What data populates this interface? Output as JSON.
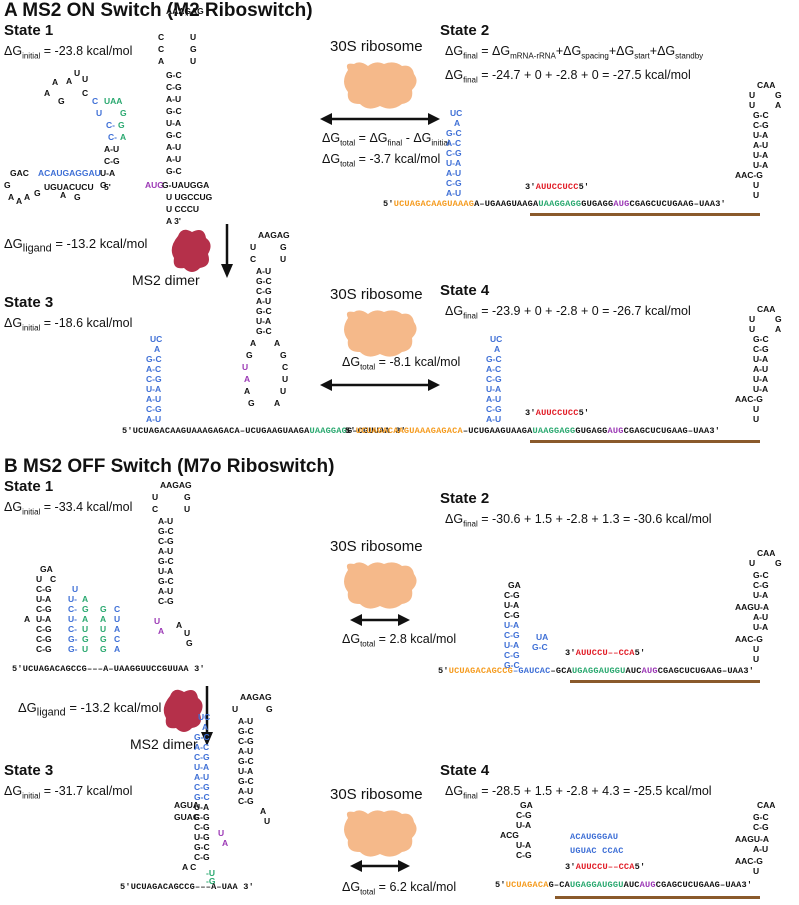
{
  "panelA": {
    "title": "A    MS2 ON Switch (M2 Riboswitch)",
    "state1": {
      "label": "State 1",
      "dg_sym": "ΔG",
      "dg_sub": "initial",
      "dg_val": " = -23.8 kcal/mol"
    },
    "state2": {
      "label": "State 2",
      "eq_line1": "ΔG",
      "eq_sub1": "final",
      "eq_mid": " = ΔG",
      "eq_sub2": "mRNA-rRNA",
      "eq_p2": "+ΔG",
      "eq_sub3": "spacing",
      "eq_p3": "+ΔG",
      "eq_sub4": "start",
      "eq_p4": "+ΔG",
      "eq_sub5": "standby",
      "eq_line2_sym": "ΔG",
      "eq_line2_sub": "final",
      "eq_line2_val": " = -24.7 + 0 + -2.8 + 0 = -27.5 kcal/mol"
    },
    "state3": {
      "label": "State 3",
      "dg_sym": "ΔG",
      "dg_sub": "initial",
      "dg_val": " = -18.6 kcal/mol"
    },
    "state4": {
      "label": "State 4",
      "dg_sym": "ΔG",
      "dg_sub": "final",
      "dg_val": " = -23.9 + 0 + -2.8 + 0 = -26.7 kcal/mol"
    },
    "ribosome1": {
      "label": "30S ribosome",
      "t1_sym": "ΔG",
      "t1_sub": "total",
      "t1_eq": " = ΔG",
      "t1_sub2": "final",
      "t1_mid": " - ΔG",
      "t1_sub3": "initial",
      "t2_sym": "ΔG",
      "t2_sub": "total",
      "t2_val": " = -3.7 kcal/mol"
    },
    "ribosome2": {
      "label": "30S ribosome",
      "t_sym": "ΔG",
      "t_sub": "total",
      "t_val": " = -8.1 kcal/mol"
    },
    "ligand": {
      "sym": "ΔG",
      "sub": "ligand",
      "val": " = -13.2 kcal/mol",
      "dimer": "MS2 dimer"
    },
    "seq2": {
      "p5": "5'",
      "orange": "UCUAGACAAGUAAAG",
      "rest1": "A–UGAAGUAAGA",
      "green": "UAAGGAGG",
      "rest2": "GUGAGG",
      "purple": "AUG",
      "rest3": "CGAGCUCUGAAG–UAA",
      "p3": "3'",
      "rrna": "AUUCCUCC",
      "r3": "3'",
      "r5": "5'"
    },
    "seq3": {
      "text": "5'UCUAGACAAGUAAAGAGACA–UCUGAAGUAAGA",
      "green": "UAAGGAG",
      "end": "G–CGUUAA 3'"
    },
    "seq4": {
      "p5": "5'",
      "orange": "UCUAGACAAGUAAAGAGACA",
      "rest1": "–UCUGAAGUAAGA",
      "green": "UAAGGAGG",
      "rest2": "GUGAGG",
      "purple": "AUG",
      "rest3": "CGAGCUCUGAAG–UAA",
      "p3": "3'",
      "rrna": "AUUCCUCC",
      "r3": "3'",
      "r5": "5'"
    },
    "seq1": "5'"
  },
  "panelB": {
    "title": "B    MS2 OFF Switch (M7o Riboswitch)",
    "state1": {
      "label": "State 1",
      "dg_sym": "ΔG",
      "dg_sub": "initial",
      "dg_val": " = -33.4 kcal/mol"
    },
    "state2": {
      "label": "State 2",
      "dg_sym": "ΔG",
      "dg_sub": "final",
      "dg_val": " = -30.6 + 1.5 + -2.8 + 1.3 = -30.6 kcal/mol"
    },
    "state3": {
      "label": "State 3",
      "dg_sym": "ΔG",
      "dg_sub": "initial",
      "dg_val": " = -31.7 kcal/mol"
    },
    "state4": {
      "label": "State 4",
      "dg_sym": "ΔG",
      "dg_sub": "final",
      "dg_val": " = -28.5 + 1.5 + -2.8 + 4.3 = -25.5 kcal/mol"
    },
    "ribosome1": {
      "label": "30S ribosome",
      "t_sym": "ΔG",
      "t_sub": "total",
      "t_val": " = 2.8 kcal/mol"
    },
    "ribosome2": {
      "label": "30S ribosome",
      "t_sym": "ΔG",
      "t_sub": "total",
      "t_val": " = 6.2 kcal/mol"
    },
    "ligand": {
      "sym": "ΔG",
      "sub": "ligand",
      "val": " = -13.2 kcal/mol",
      "dimer": "MS2 dimer"
    },
    "seq1": "5'UCUAGACAGCCG–––A–UAAGGUUCCGUUAA 3'",
    "seq2": {
      "p5": "5'",
      "orange": "UCUAGACAGCCG",
      "blue": "–GAUCAC",
      "rest1": "–GCA",
      "green": "UGAGGAUGGU",
      "rest2": "AUC",
      "purple": "AUG",
      "rest3": "CGAGCUCUGAAG–UAA",
      "p3": "3'",
      "rrna": "AUUCCU––CCA",
      "r3": "3'",
      "r5": "5'"
    },
    "seq3": "5'UCUAGACAGCCG–––A–UAA 3'",
    "seq4": {
      "p5": "5'",
      "orange": "UCUAGACA",
      "rest0": "G–CA",
      "green": "UGAGGAUGGU",
      "rest2": "AUC",
      "purple": "AUG",
      "rest3": "CGAGCUCUGAAG–UAA",
      "p3": "3'",
      "rrna": "AUUCCU––CCA",
      "r3": "3'",
      "r5": "5'",
      "top": "ACAUGGGAU",
      "bot": "UGUAC CCAC"
    }
  },
  "colors": {
    "orange": "#f59b1e",
    "green": "#29a86f",
    "purple": "#9b38b5",
    "blue": "#3e6fd6",
    "red": "#e11b25",
    "ribosome": "#f5b98a",
    "dimer": "#b5304a",
    "brown": "#8a5a2b"
  }
}
